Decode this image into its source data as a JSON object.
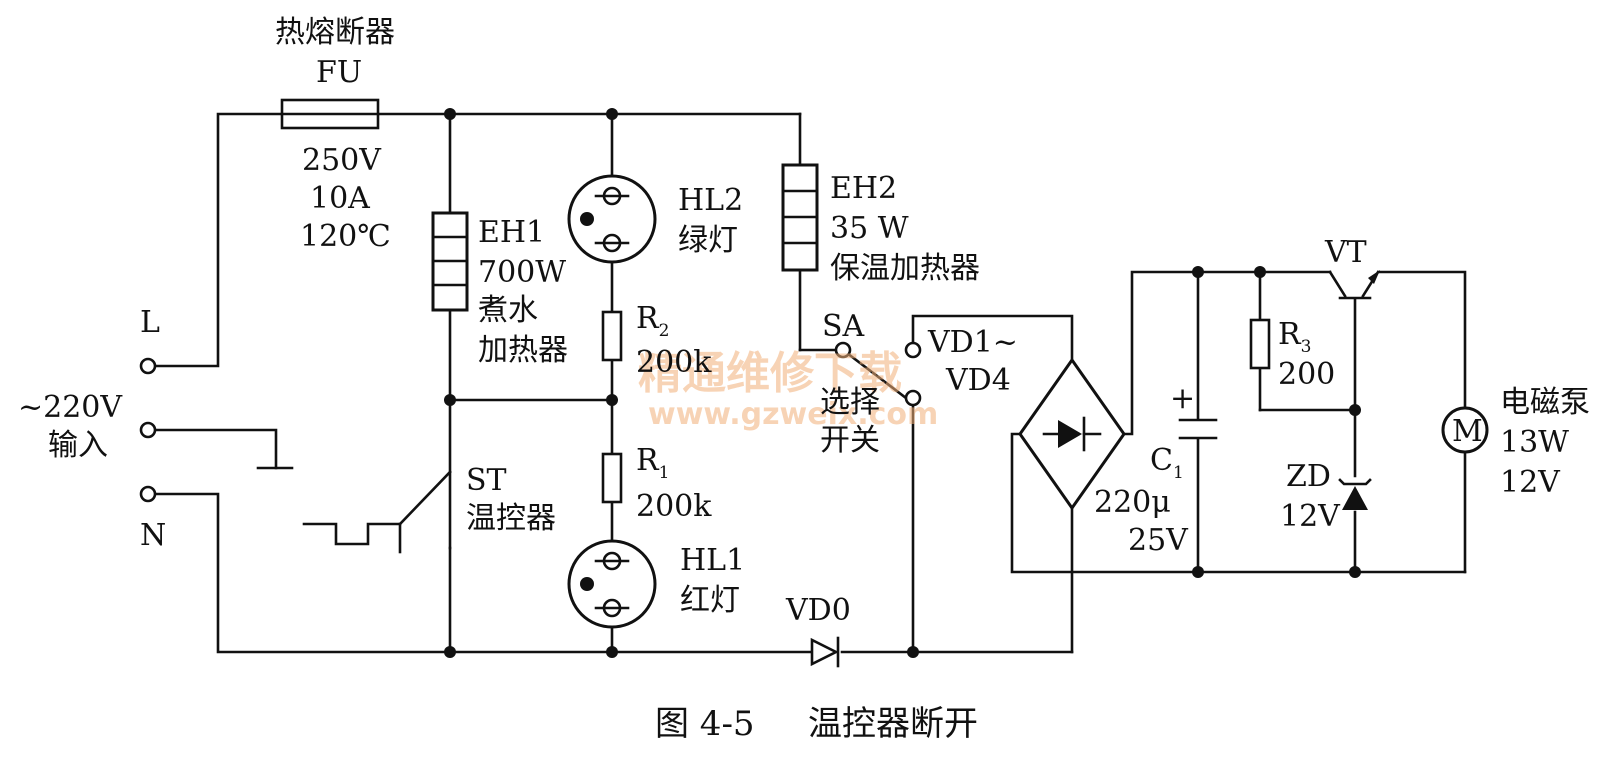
{
  "fuse": {
    "name": "热熔断器",
    "ref": "FU",
    "voltage": "250V",
    "current": "10A",
    "temp": "120℃"
  },
  "input": {
    "l": "L",
    "n": "N",
    "voltage": "~220V",
    "label": "输入"
  },
  "eh1": {
    "ref": "EH1",
    "power": "700W",
    "desc1": "煮水",
    "desc2": "加热器"
  },
  "hl2": {
    "ref": "HL2",
    "desc": "绿灯"
  },
  "eh2": {
    "ref": "EH2",
    "power": "35 W",
    "desc": "保温加热器"
  },
  "r2": {
    "ref": "R",
    "sub": "2",
    "value": "200k"
  },
  "r1": {
    "ref": "R",
    "sub": "1",
    "value": "200k"
  },
  "hl1": {
    "ref": "HL1",
    "desc": "红灯"
  },
  "st": {
    "ref": "ST",
    "desc": "温控器"
  },
  "sa": {
    "ref": "SA",
    "desc1": "选择",
    "desc2": "开关"
  },
  "bridge": {
    "ref": "VD1~",
    "ref2": "VD4"
  },
  "vd0": {
    "ref": "VD0"
  },
  "c1": {
    "ref": "C",
    "sub": "1",
    "value": "220μ",
    "voltage": "25V",
    "plus": "+"
  },
  "r3": {
    "ref": "R",
    "sub": "3",
    "value": "200"
  },
  "vt": {
    "ref": "VT"
  },
  "zd": {
    "ref": "ZD",
    "value": "12V"
  },
  "pump": {
    "symbol": "M",
    "name": "电磁泵",
    "power": "13W",
    "voltage": "12V"
  },
  "watermark": {
    "line1": "精通维修下载",
    "line2": "www.gzweix.com"
  },
  "caption": {
    "figure": "图 4-5",
    "title": "温控器断开"
  }
}
